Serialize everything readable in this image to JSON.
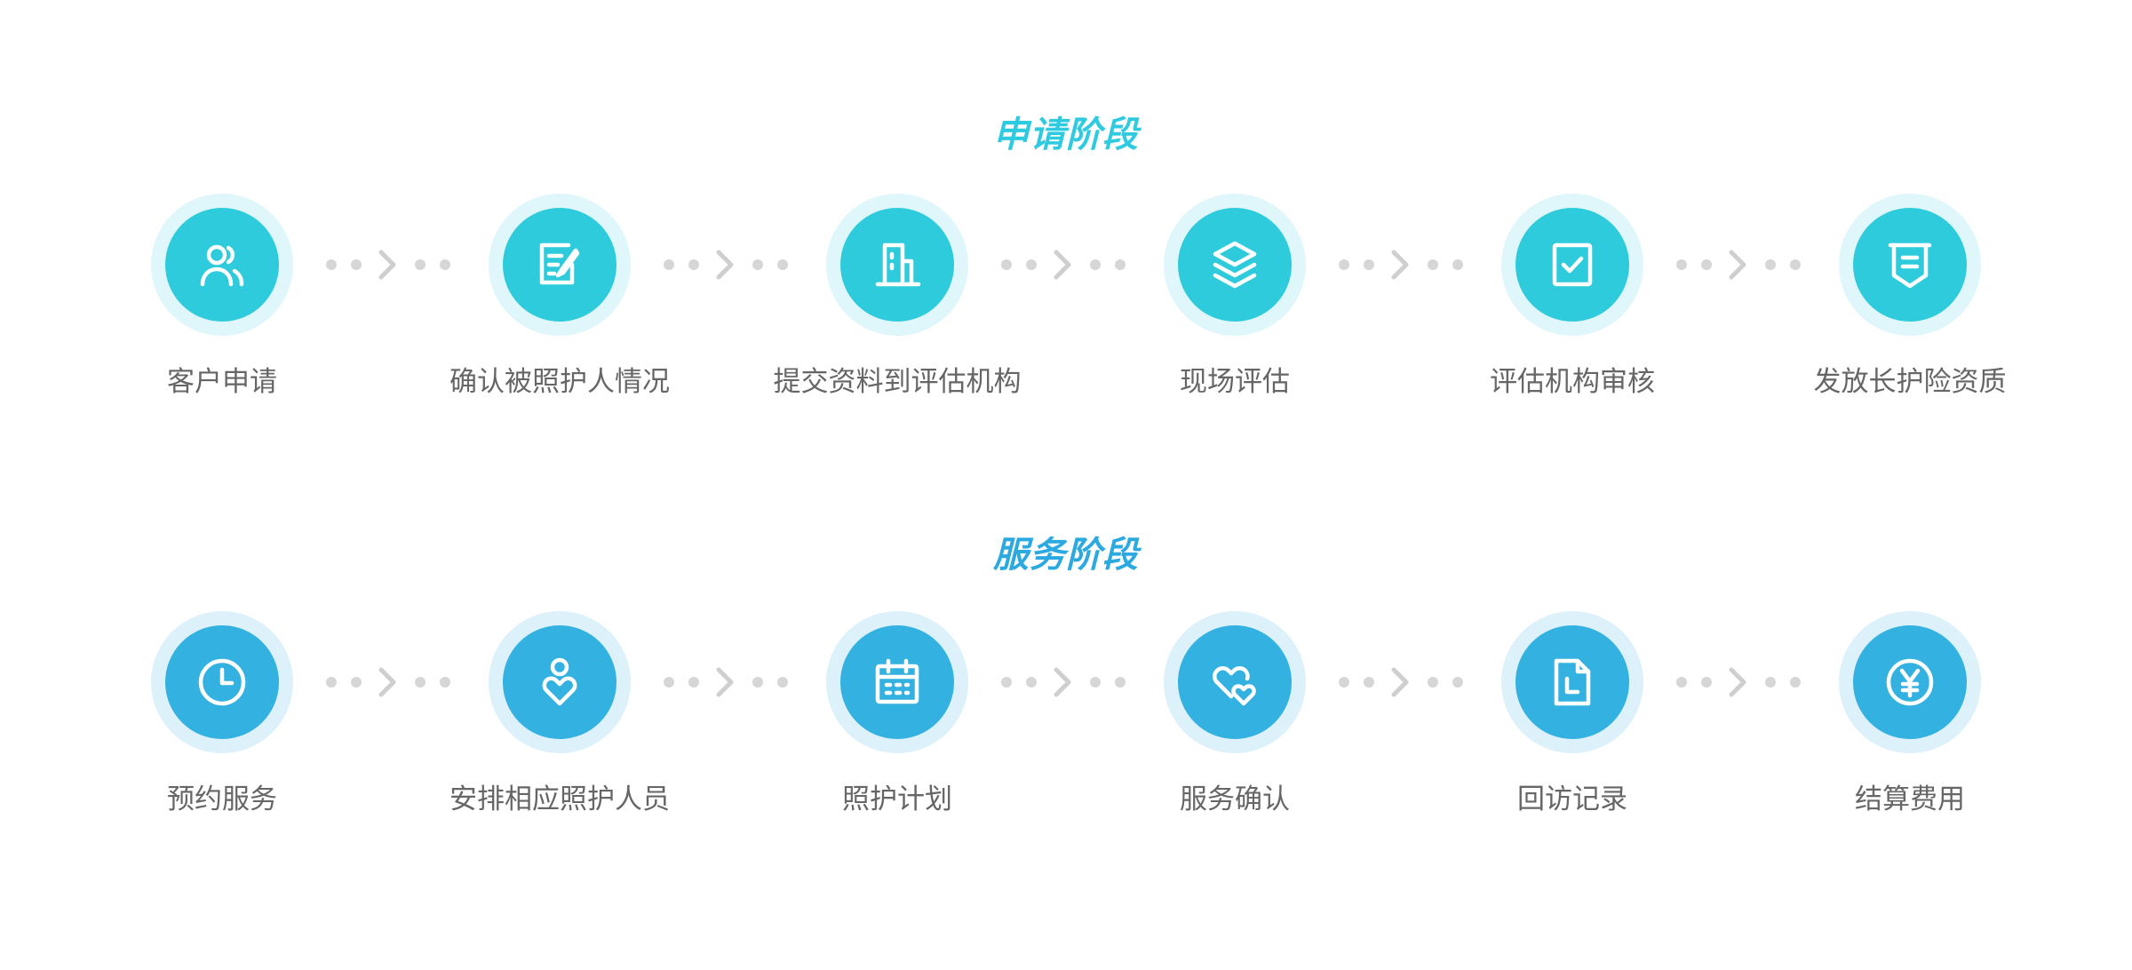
{
  "stages": [
    {
      "title": "申请阶段",
      "steps": [
        {
          "label": "客户申请",
          "icon": "users-icon"
        },
        {
          "label": "确认被照护人情况",
          "icon": "edit-document-icon"
        },
        {
          "label": "提交资料到评估机构",
          "icon": "building-icon"
        },
        {
          "label": "现场评估",
          "icon": "layers-icon"
        },
        {
          "label": "评估机构审核",
          "icon": "checkbox-icon"
        },
        {
          "label": "发放长护险资质",
          "icon": "badge-icon"
        }
      ]
    },
    {
      "title": "服务阶段",
      "steps": [
        {
          "label": "预约服务",
          "icon": "clock-icon"
        },
        {
          "label": "安排相应照护人员",
          "icon": "caregiver-icon"
        },
        {
          "label": "照护计划",
          "icon": "calendar-icon"
        },
        {
          "label": "服务确认",
          "icon": "hearts-icon"
        },
        {
          "label": "回访记录",
          "icon": "file-time-icon"
        },
        {
          "label": "结算费用",
          "icon": "yen-coin-icon"
        }
      ]
    }
  ],
  "colors": {
    "apply_accent": "#2ecbdc",
    "apply_halo": "#dff6fa",
    "serve_accent": "#33b1e0",
    "serve_halo": "#dcf1fa",
    "label_text": "#666666",
    "connector": "#cfcfcf"
  }
}
